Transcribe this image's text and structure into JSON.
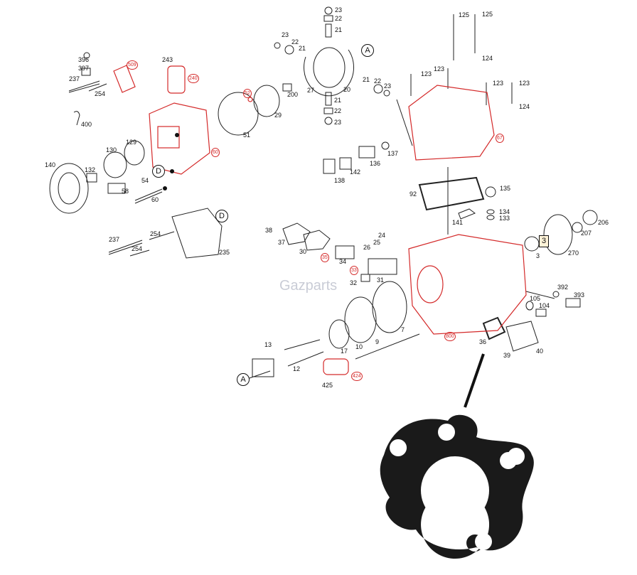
{
  "watermark": "Gazparts",
  "colors": {
    "highlight": "#d42a2a",
    "line": "#222222",
    "gasket": "#1a1a1a"
  },
  "labels": [
    "396",
    "397",
    "509",
    "237",
    "254",
    "243",
    "240",
    "400",
    "52",
    "51",
    "60",
    "129",
    "130",
    "140",
    "132",
    "D",
    "54",
    "58",
    "60",
    "D",
    "237",
    "254",
    "254",
    "235",
    "23",
    "22",
    "21",
    "23",
    "22",
    "21",
    "A",
    "21",
    "22",
    "23",
    "200",
    "27",
    "20",
    "29",
    "21",
    "22",
    "23",
    "137",
    "136",
    "142",
    "138",
    "125",
    "125",
    "124",
    "123",
    "123",
    "123",
    "123",
    "124",
    "67",
    "92",
    "135",
    "134",
    "133",
    "141",
    "206",
    "207",
    "3",
    "3",
    "270",
    "38",
    "37",
    "30",
    "35",
    "34",
    "24",
    "25",
    "26",
    "33",
    "32",
    "31",
    "392",
    "393",
    "105",
    "104",
    "7",
    "800",
    "36",
    "39",
    "40",
    "9",
    "10",
    "17",
    "13",
    "12",
    "424",
    "425",
    "A"
  ],
  "highlighted_part": "36"
}
